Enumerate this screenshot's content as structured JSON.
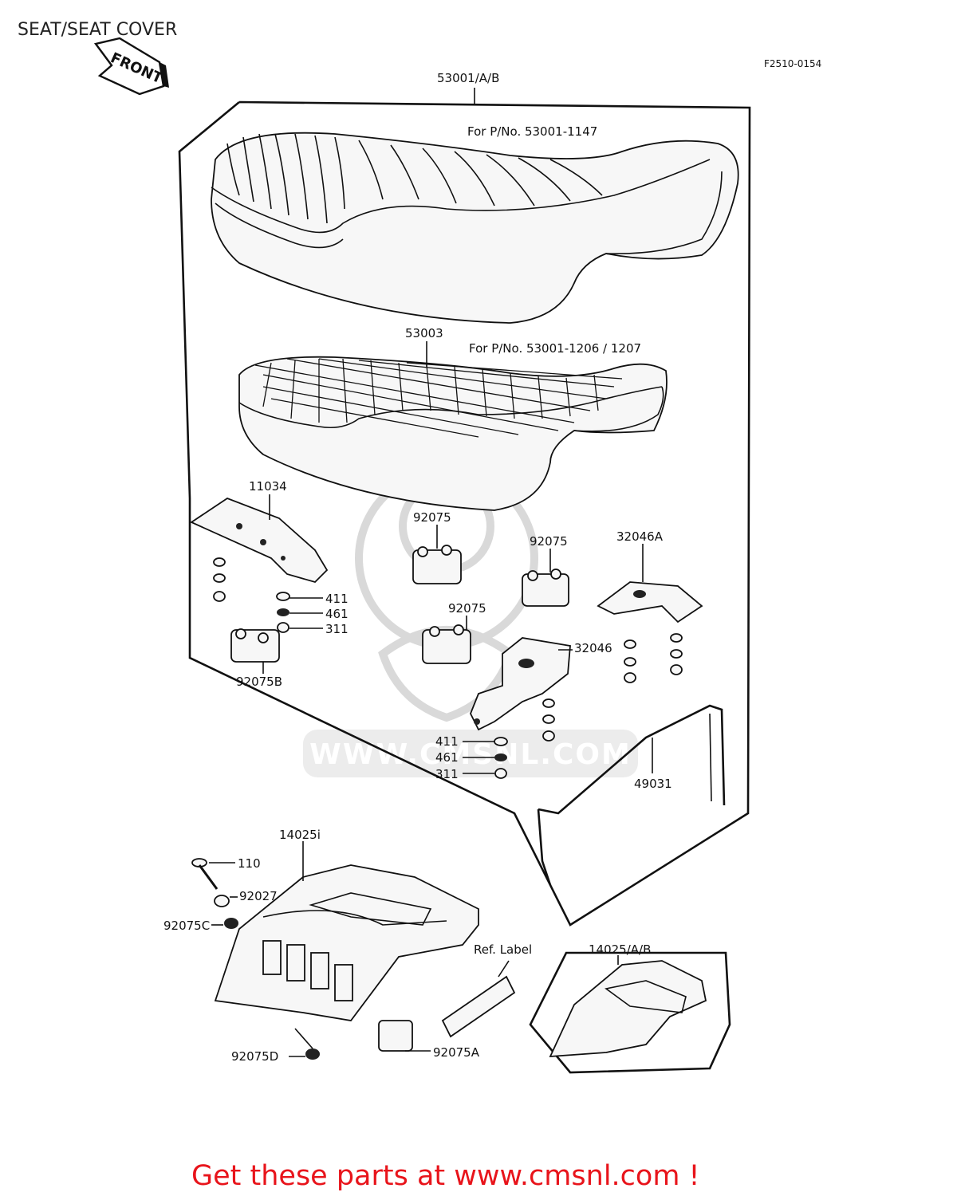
{
  "title": "SEAT/SEAT COVER",
  "diagram_code": "F2510-0154",
  "front_label": "FRONT",
  "notes": {
    "seat_147": "For P/No. 53001-1147",
    "seat_1206": "For P/No. 53001-1206 / 1207",
    "ref_label": "Ref.  Label"
  },
  "watermark": "WWW.CMSNL.COM",
  "part_labels": {
    "p53001": "53001/A/B",
    "p53003": "53003",
    "p11034": "11034",
    "p92075_a": "92075",
    "p92075_b": "92075",
    "p92075_c": "92075",
    "p32046a": "32046A",
    "p32046": "32046",
    "p411_a": "411",
    "p461_a": "461",
    "p311_a": "311",
    "p92075b": "92075B",
    "p411_b": "411",
    "p461_b": "461",
    "p311_b": "311",
    "p49031": "49031",
    "p14025i": "14025i",
    "p110": "110",
    "p92027": "92027",
    "p92075c": "92075C",
    "p14025ab": "14025/A/B",
    "p92075d": "92075D",
    "p92075a": "92075A"
  },
  "footer": "Get these parts at www.cmsnl.com !",
  "colors": {
    "footer": "#e8141b",
    "ink": "#111111",
    "watermark": "#d9d9d9"
  }
}
